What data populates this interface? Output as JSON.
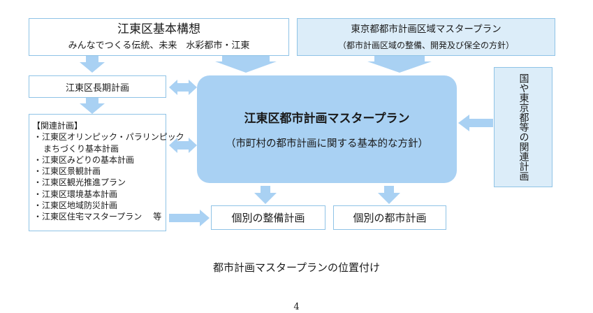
{
  "vision": {
    "title": "江東区基本構想",
    "subtitle": "みんなでつくる伝統、未来　水彩都市・江東"
  },
  "tokyo_plan": {
    "title": "東京都都市計画区域マスタープラン",
    "subtitle": "（都市計画区域の整備、開発及び保全の方針）"
  },
  "long_term_plan": "江東区長期計画",
  "main_plan": {
    "title": "江東区都市計画マスタープラン",
    "subtitle": "（市町村の都市計画に関する基本的な方針）"
  },
  "related_plans": {
    "header": "【関連計画】",
    "items": [
      "・江東区オリンピック・パラリンピック",
      "まちづくり基本計画",
      "・江東区みどりの基本計画",
      "・江東区景観計画",
      "・江東区観光推進プラン",
      "・江東区環境基本計画",
      "・江東区地域防災計画",
      "・江東区住宅マスタープラン"
    ],
    "etc": "等"
  },
  "national_plans": "国や東京都等の関連計画",
  "outputs": {
    "maintenance": "個別の整備計画",
    "urban": "個別の都市計画"
  },
  "caption": "都市計画マスタープランの位置付け",
  "page_number": "4",
  "colors": {
    "arrow": "#a9d1f3",
    "border": "#8fc3e6",
    "light_fill": "#dcedf9",
    "main_fill": "#a9d1f3"
  }
}
